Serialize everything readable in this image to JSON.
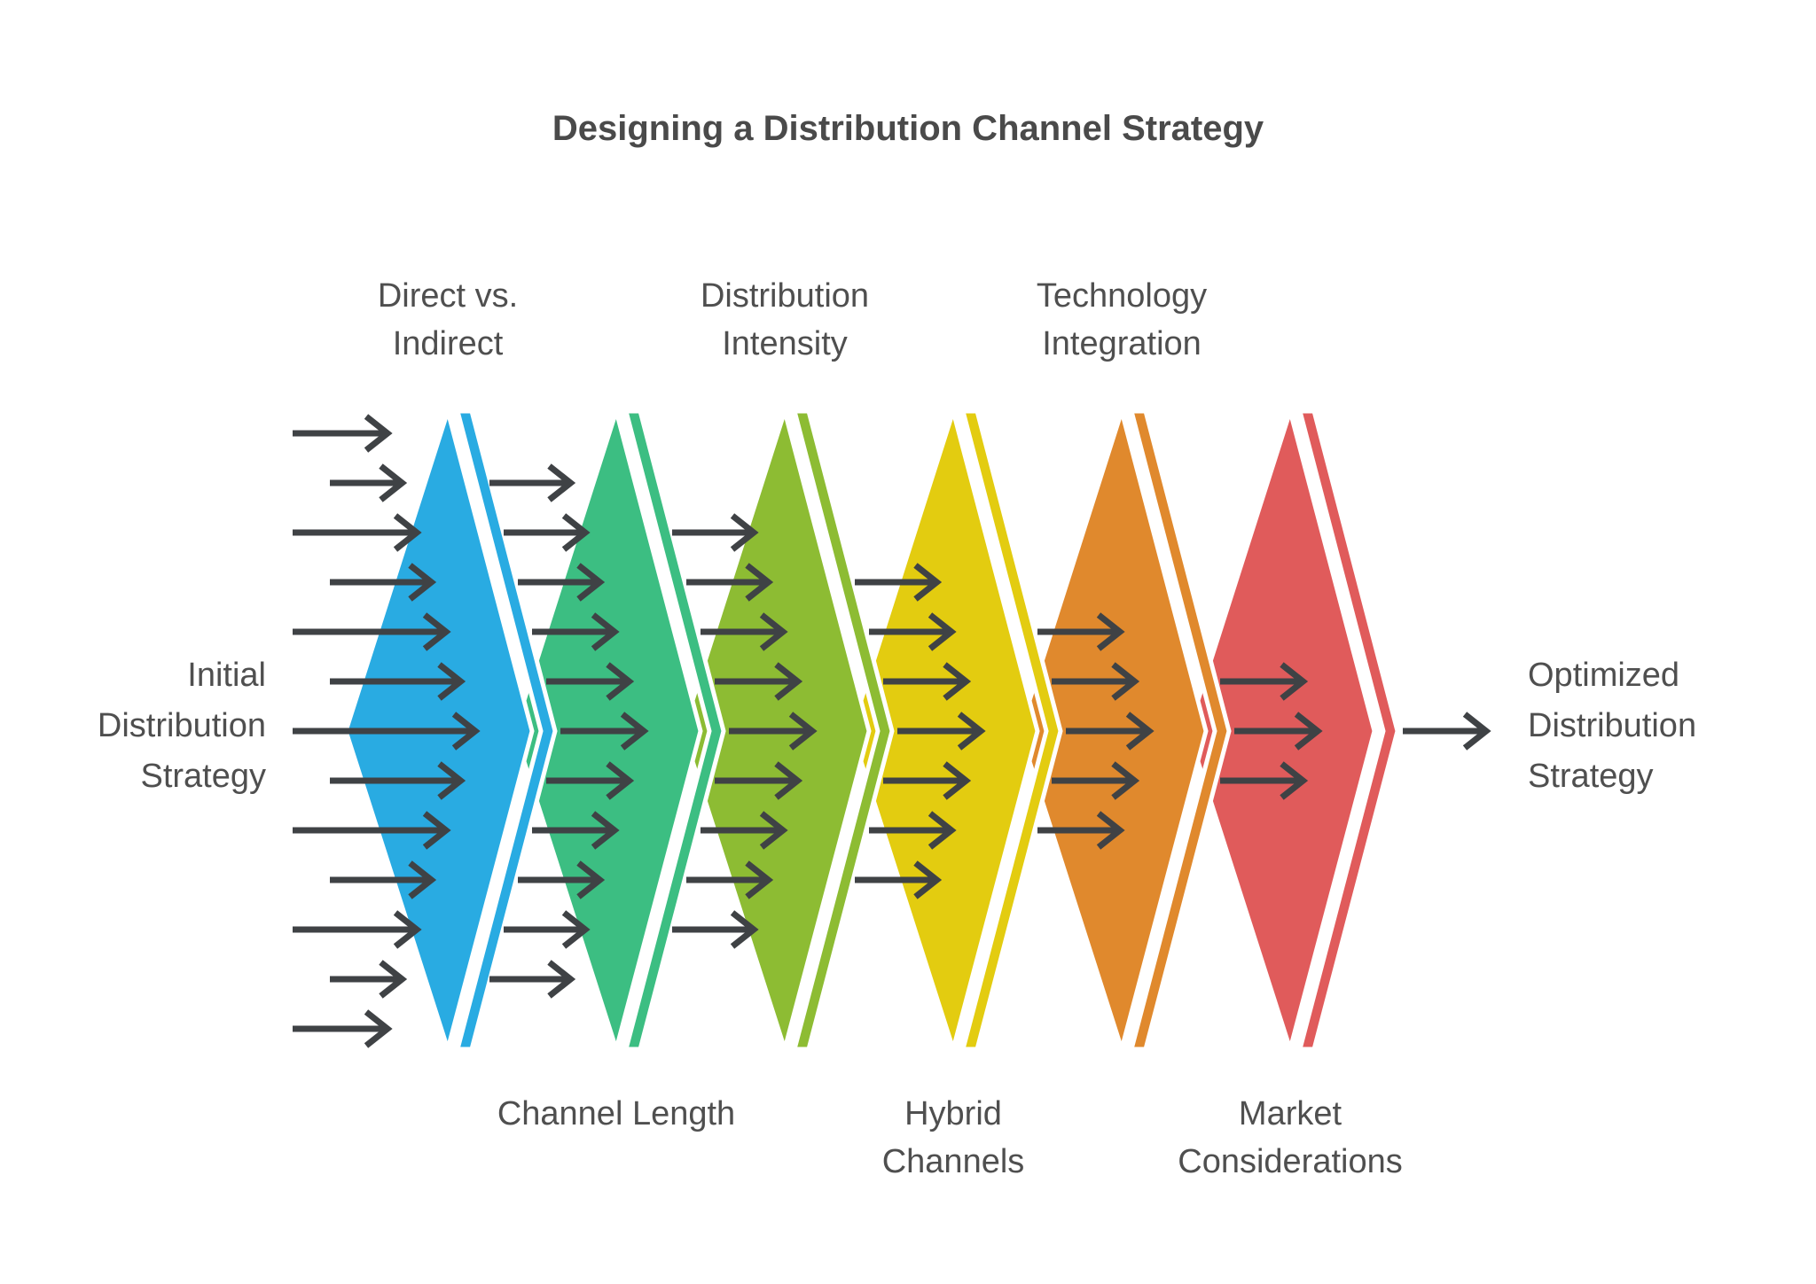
{
  "title": "Designing a Distribution Channel Strategy",
  "left_endpoint": {
    "lines": [
      "Initial",
      "Distribution",
      "Strategy"
    ]
  },
  "right_endpoint": {
    "lines": [
      "Optimized",
      "Distribution",
      "Strategy"
    ]
  },
  "stages": [
    {
      "name": "Direct vs. Indirect",
      "label_lines": [
        "Direct vs.",
        "Indirect"
      ],
      "label_position": "top",
      "color": "#29ABE2"
    },
    {
      "name": "Channel Length",
      "label_lines": [
        "Channel Length"
      ],
      "label_position": "bottom",
      "color": "#3CBE82"
    },
    {
      "name": "Distribution Intensity",
      "label_lines": [
        "Distribution",
        "Intensity"
      ],
      "label_position": "top",
      "color": "#8DBC33"
    },
    {
      "name": "Hybrid Channels",
      "label_lines": [
        "Hybrid",
        "Channels"
      ],
      "label_position": "bottom",
      "color": "#E3CC10"
    },
    {
      "name": "Technology Integration",
      "label_lines": [
        "Technology",
        "Integration"
      ],
      "label_position": "top",
      "color": "#E0892D"
    },
    {
      "name": "Market Considerations",
      "label_lines": [
        "Market",
        "Considerations"
      ],
      "label_position": "bottom",
      "color": "#E05B5B"
    }
  ],
  "arrows": {
    "color": "#3F4245",
    "counts_per_stage_gap": [
      13,
      11,
      9,
      7,
      5,
      3,
      1
    ]
  },
  "colors": {
    "background": "#FFFFFF",
    "title_text": "#4A4A4A",
    "label_text": "#4F4F4F",
    "shape_outline": "#FFFFFF"
  }
}
